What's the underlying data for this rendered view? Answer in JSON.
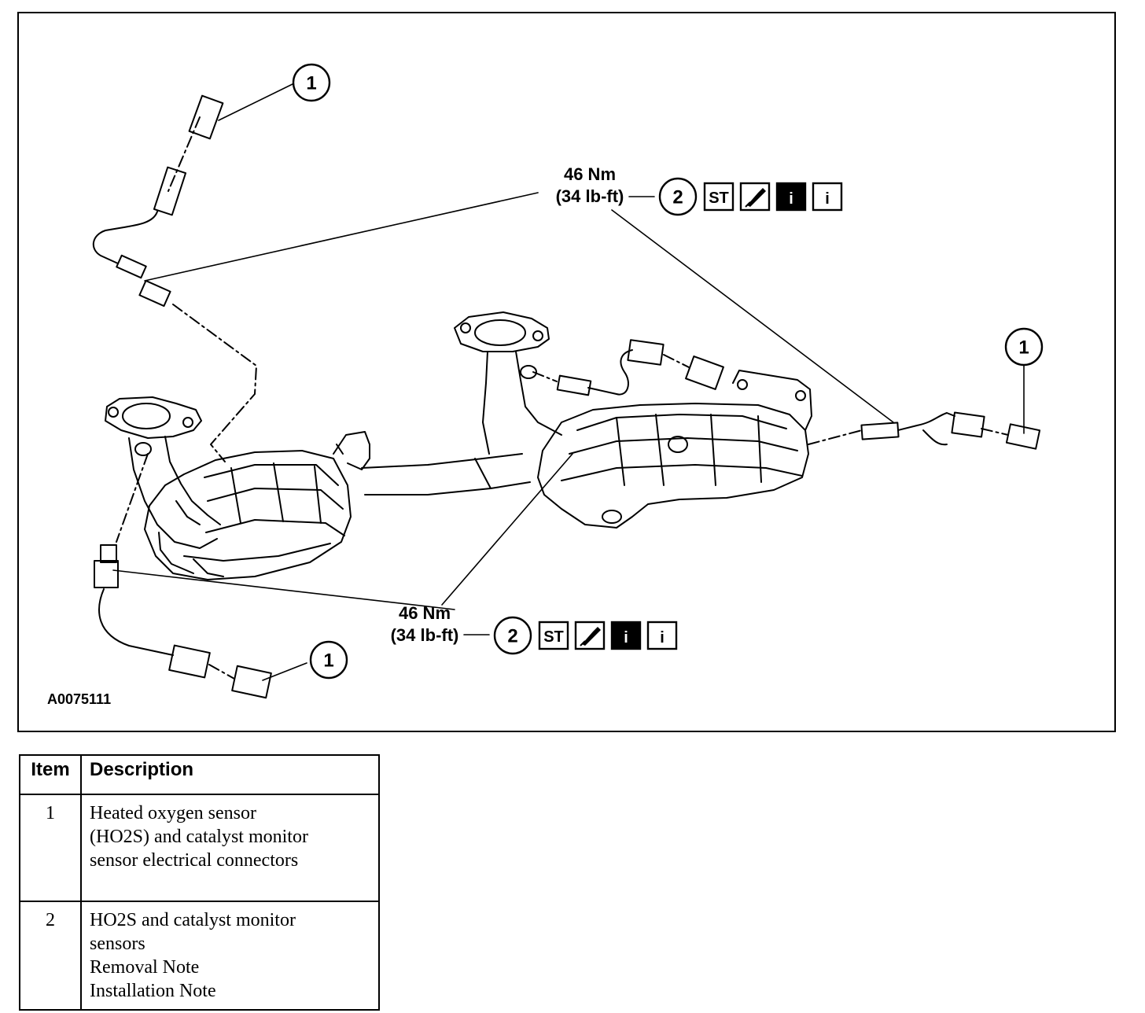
{
  "figure": {
    "figure_id": "A0075111",
    "callouts": [
      {
        "id": "callout-1-top",
        "label": "1"
      },
      {
        "id": "callout-1-right",
        "label": "1"
      },
      {
        "id": "callout-1-bottom",
        "label": "1"
      },
      {
        "id": "callout-2-top",
        "label": "2"
      },
      {
        "id": "callout-2-bottom",
        "label": "2"
      }
    ],
    "torque_top": {
      "metric": "46 Nm",
      "imperial": "(34 lb-ft)"
    },
    "torque_bottom": {
      "metric": "46 Nm",
      "imperial": "(34 lb-ft)"
    },
    "symbols": {
      "special_tool": "ST",
      "info": "i"
    }
  },
  "legend": {
    "headers": {
      "item": "Item",
      "description": "Description"
    },
    "rows": [
      {
        "item": "1",
        "lines": [
          "Heated oxygen sensor",
          "(HO2S) and catalyst monitor",
          "sensor electrical connectors"
        ]
      },
      {
        "item": "2",
        "lines": [
          "HO2S and catalyst monitor",
          "sensors",
          "Removal Note",
          "Installation Note"
        ]
      }
    ]
  }
}
